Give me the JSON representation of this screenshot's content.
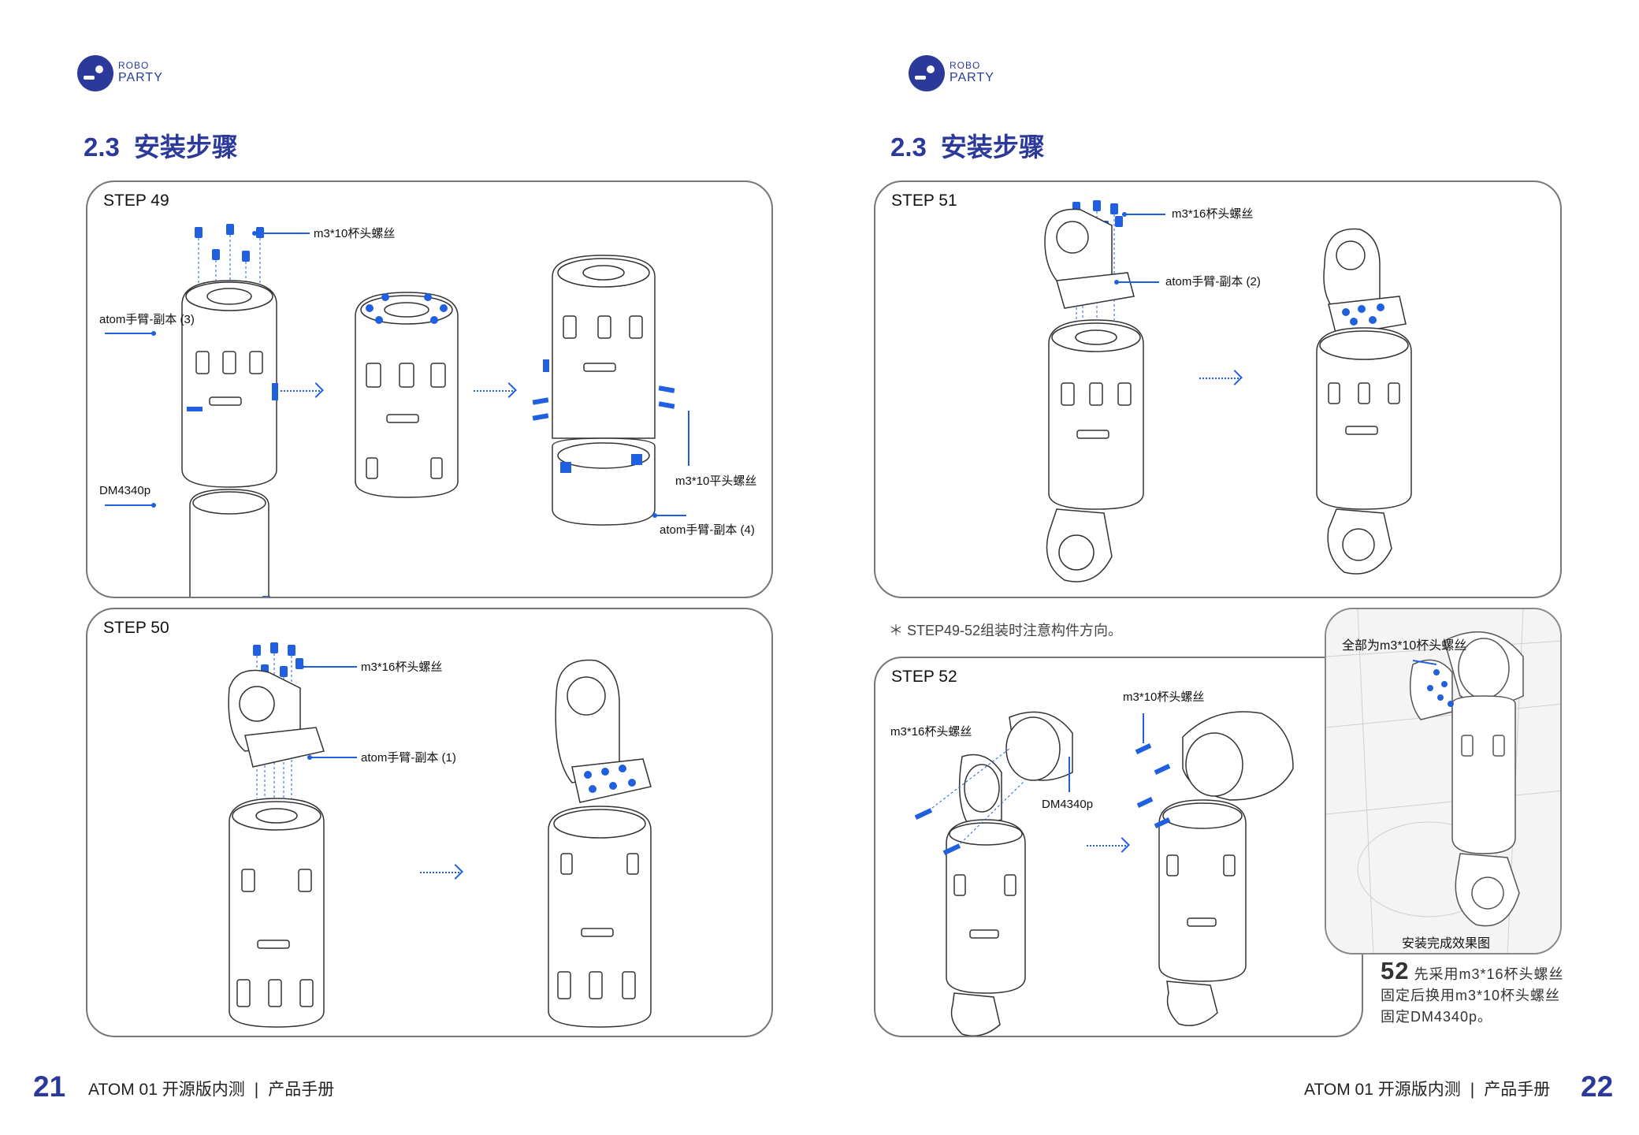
{
  "brand": {
    "line1": "ROBO",
    "line2": "PARTY",
    "color": "#2b3a9a"
  },
  "section": {
    "number": "2.3",
    "title": "安装步骤"
  },
  "steps": {
    "s49": {
      "label": "STEP 49",
      "screw_top": "m3*10杯头螺丝",
      "arm_part": "atom手臂-副本 (3)",
      "motor": "DM4340p",
      "screw_flat": "m3*10平头螺丝",
      "arm_part2": "atom手臂-副本 (4)"
    },
    "s50": {
      "label": "STEP 50",
      "screw": "m3*16杯头螺丝",
      "arm_part": "atom手臂-副本 (1)"
    },
    "s51": {
      "label": "STEP 51",
      "screw": "m3*16杯头螺丝",
      "arm_part": "atom手臂-副本 (2)"
    },
    "s52": {
      "label": "STEP 52",
      "screw_a": "m3*16杯头螺丝",
      "screw_b": "m3*10杯头螺丝",
      "motor": "DM4340p"
    }
  },
  "note": "＊ STEP49-52组装时注意构件方向。",
  "photo": {
    "label_all": "全部为m3*10杯头螺丝",
    "caption": "安装完成效果图"
  },
  "desc": {
    "number": "52",
    "text": "先采用m3*16杯头螺丝固定后换用m3*10杯头螺丝固定DM4340p。"
  },
  "footer": {
    "left_page": "21",
    "right_page": "22",
    "product": "ATOM 01 开源版内测",
    "sep": "|",
    "doc": "产品手册"
  },
  "colors": {
    "accent": "#1f5fe0",
    "title": "#2b3a9a",
    "border": "#777777"
  }
}
